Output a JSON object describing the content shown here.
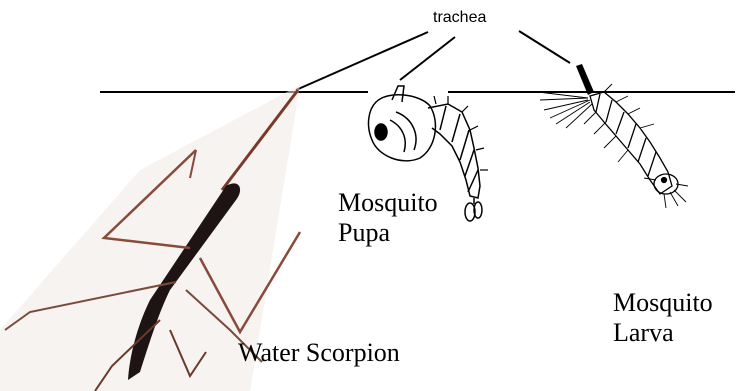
{
  "labels": {
    "trachea": "trachea",
    "mosquito_pupa": [
      "Mosquito",
      "Pupa"
    ],
    "water_scorpion": "Water Scorpion",
    "mosquito_larva": [
      "Mosquito",
      "Larva"
    ]
  },
  "colors": {
    "line": "#000000",
    "scorpion_body": "#1e1414",
    "scorpion_legs": "#8a4a3a",
    "scorpion_halo": "#e9e2df",
    "background": "#ffffff"
  }
}
